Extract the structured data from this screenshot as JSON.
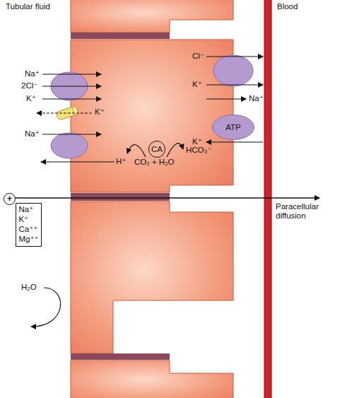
{
  "diagram": {
    "nodes": [
      {
        "text": [
          "ATP"
        ]
      },
      {
        "text": [
          "CA"
        ]
      },
      {
        "text": [
          "+"
        ]
      },
      {
        "text": [
          "Na⁺ K⁺ Ca⁺⁺ Mg⁺⁺"
        ]
      }
    ],
    "labels": [
      "Tubular fluid",
      "Blood",
      "Na⁺",
      "2Cl⁻",
      "K⁺",
      "K⁺",
      "Na⁺",
      "H⁺",
      "CO₂ + H₂O",
      "HCO₃⁻",
      "Cl⁻",
      "K⁺",
      "Na⁺",
      "K⁺",
      "Paracellular diffusion",
      "H₂O"
    ]
  }
}
